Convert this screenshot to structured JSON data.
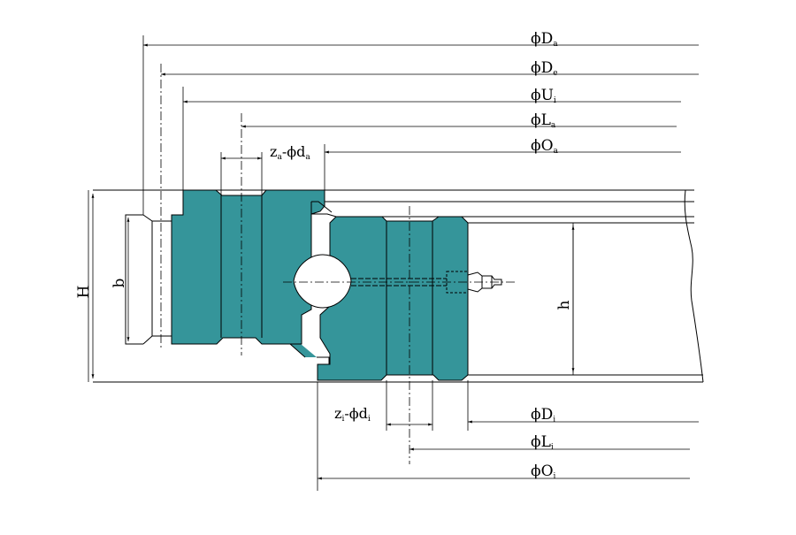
{
  "colors": {
    "section_fill": "#35959a",
    "line": "#000000",
    "background": "#ffffff"
  },
  "dimensions": {
    "top": [
      {
        "sym": "ϕ",
        "main": "D",
        "sub": "a"
      },
      {
        "sym": "ϕ",
        "main": "D",
        "sub": "e"
      },
      {
        "sym": "ϕ",
        "main": "U",
        "sub": "i"
      },
      {
        "sym": "ϕ",
        "main": "L",
        "sub": "a"
      },
      {
        "sym": "ϕ",
        "main": "O",
        "sub": "a"
      }
    ],
    "bottom": [
      {
        "sym": "ϕ",
        "main": "D",
        "sub": "i"
      },
      {
        "sym": "ϕ",
        "main": "L",
        "sub": "i"
      },
      {
        "sym": "ϕ",
        "main": "O",
        "sub": "i"
      }
    ],
    "bolt_outer": {
      "main": "z",
      "sub": "a",
      "sep": "-ϕ",
      "main2": "d",
      "sub2": "a"
    },
    "bolt_inner": {
      "main": "z",
      "sub": "i",
      "sep": "-ϕ",
      "main2": "d",
      "sub2": "i"
    },
    "heights": {
      "H": "H",
      "b": "b",
      "h": "h"
    }
  }
}
